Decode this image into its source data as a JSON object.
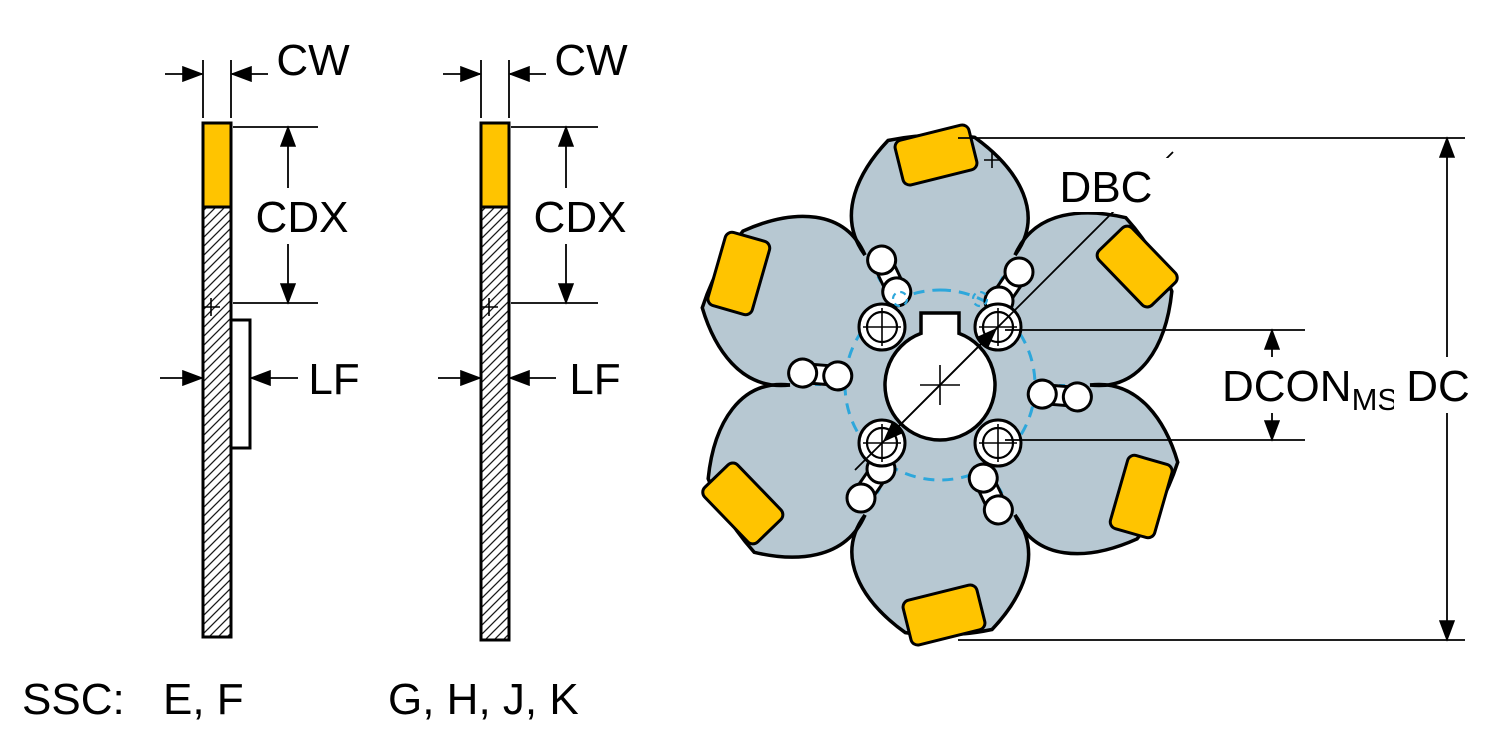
{
  "side_view_1": {
    "cw_label": "CW",
    "cdx_label": "CDX",
    "lf_label": "LF"
  },
  "side_view_2": {
    "cw_label": "CW",
    "cdx_label": "CDX",
    "lf_label": "LF"
  },
  "disc_view": {
    "dbc_label": "DBC",
    "dcon_label": "DCON",
    "dcon_subscript": "MS",
    "dc_label": "DC"
  },
  "footer": {
    "ssc_label": "SSC:",
    "ssc_group_1": "E, F",
    "ssc_group_2": "G, H, J, K"
  },
  "colors": {
    "insert_yellow": "#ffc400",
    "body_blue_gray": "#b7c8d2",
    "hidden_detail_blue": "#2da7db",
    "line_black": "#000000",
    "background": "#ffffff"
  }
}
